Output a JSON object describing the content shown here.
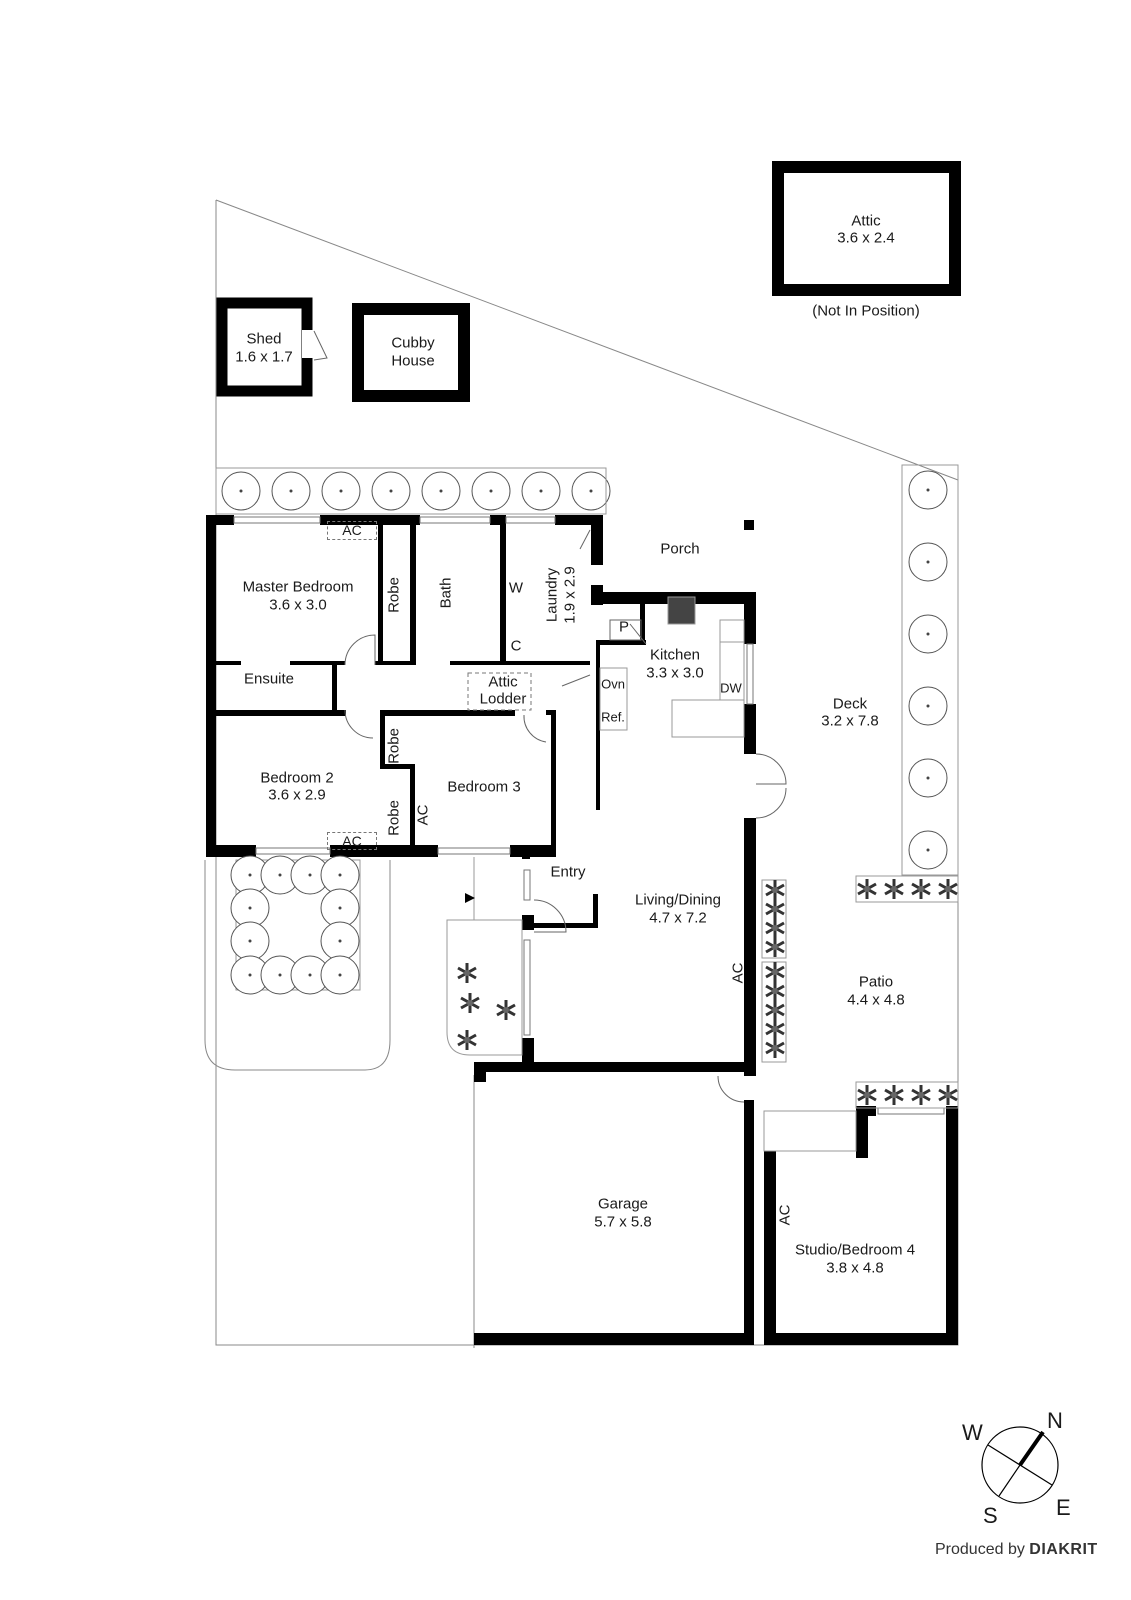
{
  "plan": {
    "attic": {
      "name": "Attic",
      "size": "3.6 x 2.4",
      "note": "(Not In Position)"
    },
    "shed": {
      "name": "Shed",
      "size": "1.6 x 1.7"
    },
    "cubby": {
      "name": "Cubby",
      "name2": "House"
    },
    "rooms": {
      "master_bedroom": {
        "name": "Master Bedroom",
        "size": "3.6 x 3.0"
      },
      "robe": "Robe",
      "bath": "Bath",
      "w": "W",
      "c": "C",
      "laundry": {
        "name": "Laundry",
        "size": "1.9 x 2.9"
      },
      "porch": "Porch",
      "pantry": "P",
      "kitchen": {
        "name": "Kitchen",
        "size": "3.3 x 3.0"
      },
      "oven": "Ovn",
      "fridge": "Ref.",
      "dishwasher": "DW",
      "ensuite": "Ensuite",
      "attic_lodder": {
        "line1": "Attic",
        "line2": "Lodder"
      },
      "deck": {
        "name": "Deck",
        "size": "3.2 x 7.8"
      },
      "bedroom2": {
        "name": "Bedroom 2",
        "size": "3.6 x 2.9"
      },
      "bedroom3": {
        "name": "Bedroom 3"
      },
      "entry": "Entry",
      "living_dining": {
        "name": "Living/Dining",
        "size": "4.7 x 7.2"
      },
      "patio": {
        "name": "Patio",
        "size": "4.4 x 4.8"
      },
      "garage": {
        "name": "Garage",
        "size": "5.7 x 5.8"
      },
      "studio": {
        "name": "Studio/Bedroom 4",
        "size": "3.8 x 4.8"
      }
    },
    "ac_label": "AC"
  },
  "compass": {
    "n": "N",
    "e": "E",
    "s": "S",
    "w": "W"
  },
  "credit": {
    "prefix": "Produced by",
    "brand": "DIAKRIT"
  }
}
